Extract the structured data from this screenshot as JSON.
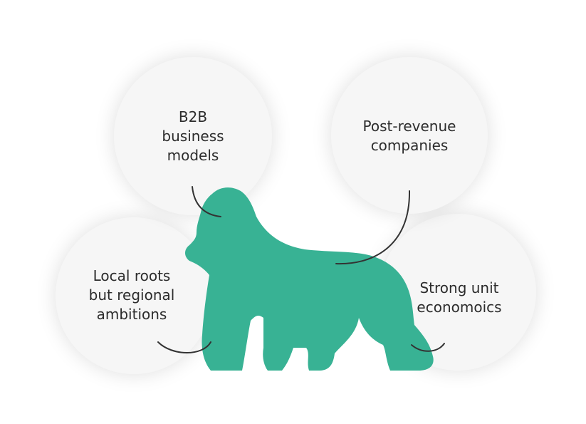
{
  "colors": {
    "gorilla": "#38b294",
    "bubble_fill": "#f6f6f6",
    "connector_stroke": "#333333",
    "text": "#2c2c2c"
  },
  "features": [
    {
      "id": "b2b",
      "lines": [
        "B2B",
        "business",
        "models"
      ]
    },
    {
      "id": "post-revenue",
      "lines": [
        "Post-revenue",
        "companies"
      ]
    },
    {
      "id": "local-roots",
      "lines": [
        "Local roots",
        "but regional",
        "ambitions"
      ]
    },
    {
      "id": "unit-economics",
      "lines": [
        "Strong unit",
        "economoics"
      ]
    }
  ],
  "icons": {
    "central": "gorilla-silhouette-icon"
  }
}
